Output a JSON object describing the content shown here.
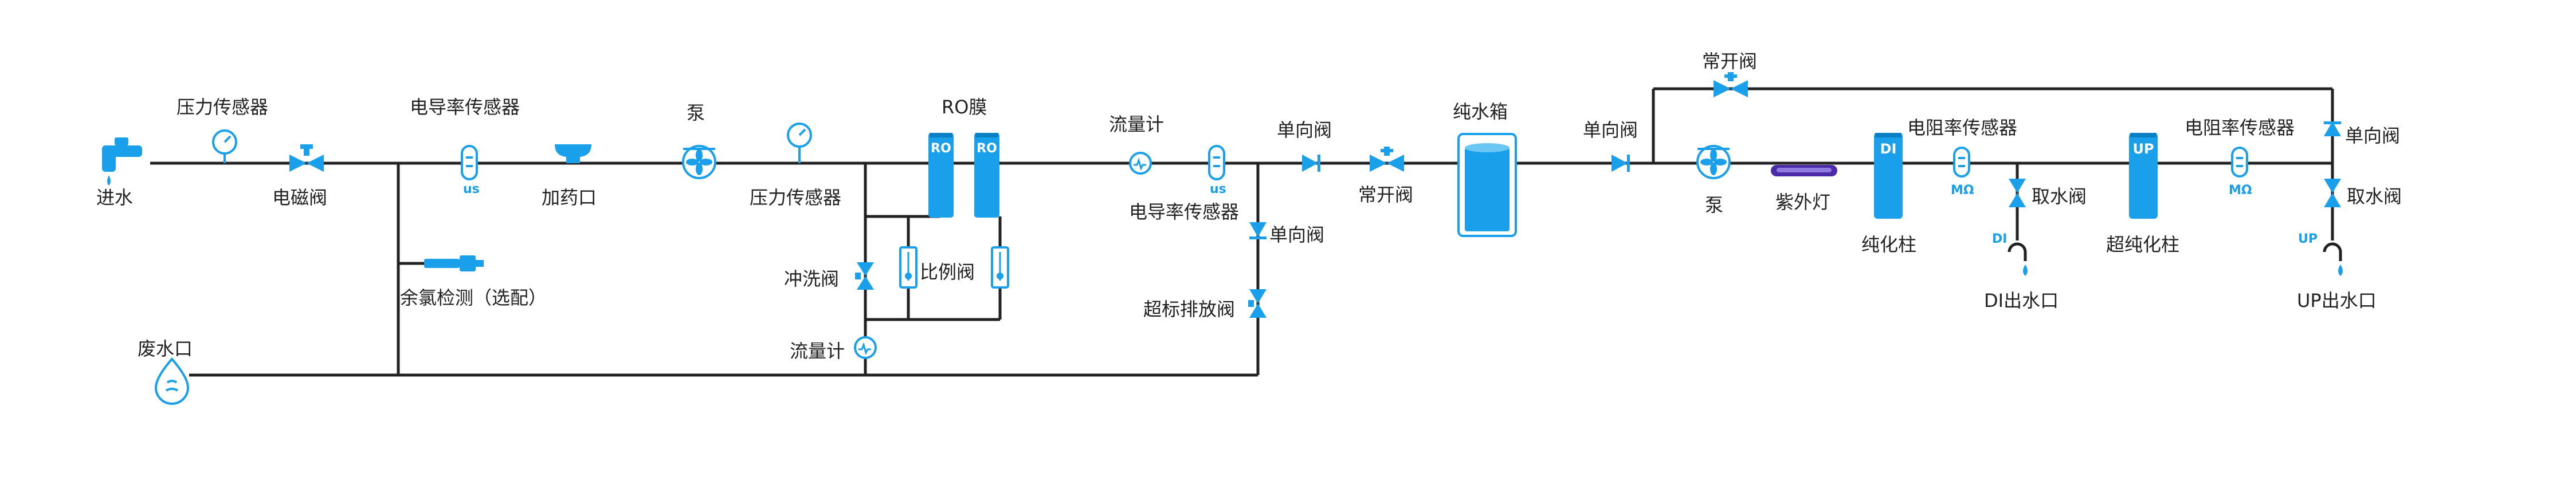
{
  "colors": {
    "accent": "#1aa0ea",
    "accent_dark": "#0b7fc4",
    "pipe": "#222222",
    "lamp": "#4b2ba8"
  },
  "labels": {
    "inlet": "进水",
    "pressure_sensor_1": "压力传感器",
    "solenoid_valve": "电磁阀",
    "conductivity_sensor_1": "电导率传感器",
    "dosing_port": "加药口",
    "chlorine_detect": "余氯检测（选配）",
    "pump_1": "泵",
    "pressure_sensor_2": "压力传感器",
    "ro_membrane": "RO膜",
    "flush_valve": "冲洗阀",
    "ratio_valve": "比例阀",
    "flowmeter_1": "流量计",
    "flowmeter_2": "流量计",
    "conductivity_sensor_2": "电导率传感器",
    "check_valve_1": "单向阀",
    "check_valve_2": "单向阀",
    "overlimit_valve": "超标排放阀",
    "normally_open_valve_1": "常开阀",
    "pure_tank": "纯水箱",
    "check_valve_3": "单向阀",
    "normally_open_valve_2": "常开阀",
    "pump_2": "泵",
    "uv_lamp": "紫外灯",
    "di_column": "纯化柱",
    "resistivity_sensor_1": "电阻率传感器",
    "draw_valve_1": "取水阀",
    "di_outlet": "DI出水口",
    "up_column": "超纯化柱",
    "resistivity_sensor_2": "电阻率传感器",
    "check_valve_4": "单向阀",
    "draw_valve_2": "取水阀",
    "up_outlet": "UP出水口",
    "waste_outlet": "废水口"
  },
  "tags": {
    "us_1": "us",
    "us_2": "us",
    "ro_1": "RO",
    "ro_2": "RO",
    "di": "DI",
    "up": "UP",
    "mohm_1": "MΩ",
    "mohm_2": "MΩ",
    "di_small": "DI",
    "up_small": "UP"
  }
}
